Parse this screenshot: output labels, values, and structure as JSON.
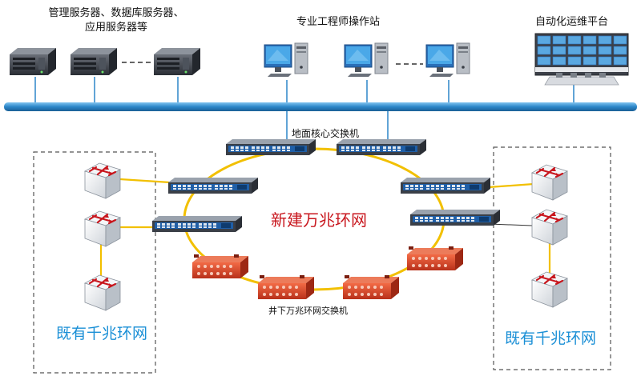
{
  "labels": {
    "servers": "管理服务器、数据库服务器、应用服务器等",
    "workstations": "专业工程师操作站",
    "automation_platform": "自动化运维平台",
    "core_switch": "地面核心交换机",
    "new_ring": "新建万兆环网",
    "underground_switch": "井下万兆环网交换机",
    "existing_ring_left": "既有千兆环网",
    "existing_ring_right": "既有千兆环网"
  },
  "colors": {
    "backbone": "#2c86c8",
    "ring_link": "#f2c000",
    "ring_text": "#c8161d",
    "existing_text": "#1a8fd6",
    "switch_body": "#3a3f47",
    "switch_panel": "#1f5fa8",
    "mine_switch": "#d9442a",
    "dashed_box": "#555555"
  },
  "icons": {
    "server": "server-icon",
    "workstation": "workstation-icon",
    "video_wall": "video-wall-icon",
    "rack_switch": "rack-switch-icon",
    "mine_switch": "mine-switch-icon",
    "router_cube": "router-cube-icon"
  }
}
